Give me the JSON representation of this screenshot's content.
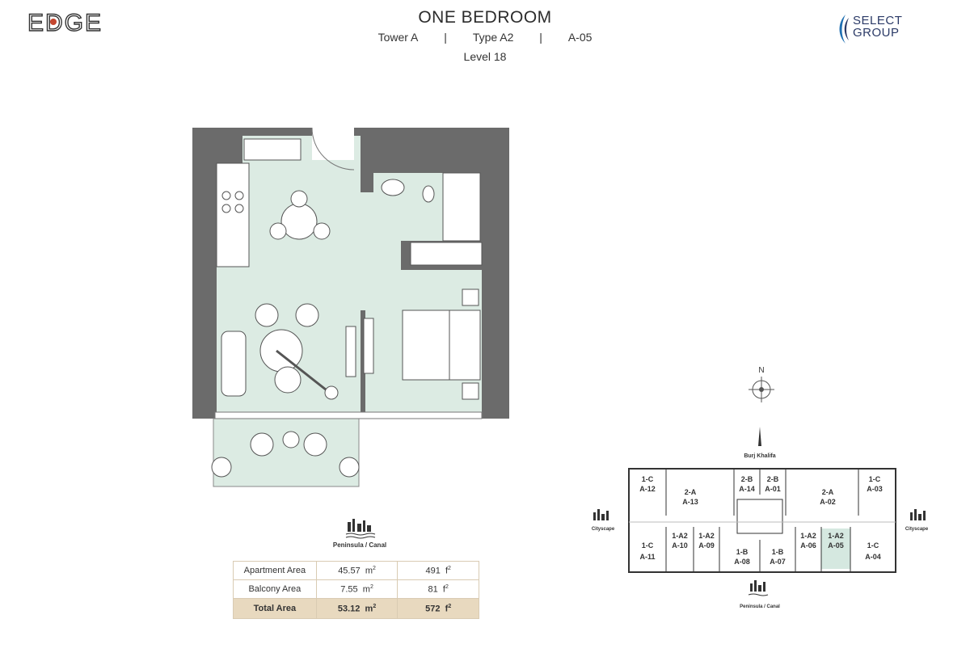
{
  "header": {
    "brand_logo_text": "EDGE",
    "title": "ONE BEDROOM",
    "tower": "Tower A",
    "separator": "|",
    "type": "Type A2",
    "unit": "A-05",
    "level": "Level 18",
    "developer_line1": "SELECT",
    "developer_line2": "GROUP"
  },
  "orientation": {
    "label": "Peninsula / Canal"
  },
  "area_table": {
    "rows": [
      {
        "label": "Apartment Area",
        "sqm": "45.57",
        "sqm_unit": "m",
        "sqft": "491",
        "sqft_unit": "f"
      },
      {
        "label": "Balcony Area",
        "sqm": "7.55",
        "sqm_unit": "m",
        "sqft": "81",
        "sqft_unit": "f"
      },
      {
        "label": "Total Area",
        "sqm": "53.12",
        "sqm_unit": "m",
        "sqft": "572",
        "sqft_unit": "f"
      }
    ],
    "superscript": "2"
  },
  "keyplan": {
    "north_label": "N",
    "top_label": "Burj Khalifa",
    "bottom_label": "Peninsula / Canal",
    "left_label": "Cityscape",
    "right_label": "Cityscape",
    "units_top": [
      {
        "type": "1-C",
        "unit": "A-12"
      },
      {
        "type": "2-A",
        "unit": "A-13"
      },
      {
        "type": "2-B",
        "unit": "A-14"
      },
      {
        "type": "2-B",
        "unit": "A-01"
      },
      {
        "type": "2-A",
        "unit": "A-02"
      },
      {
        "type": "1-C",
        "unit": "A-03"
      }
    ],
    "units_bottom": [
      {
        "type": "1-C",
        "unit": "A-11"
      },
      {
        "type": "1-A2",
        "unit": "A-10"
      },
      {
        "type": "1-A2",
        "unit": "A-09"
      },
      {
        "type": "1-B",
        "unit": "A-08"
      },
      {
        "type": "1-B",
        "unit": "A-07"
      },
      {
        "type": "1-A2",
        "unit": "A-06"
      },
      {
        "type": "1-A2",
        "unit": "A-05"
      },
      {
        "type": "1-C",
        "unit": "A-04"
      }
    ],
    "highlight_color": "#d5e8e0"
  },
  "colors": {
    "wall": "#666666",
    "floor": "#dcebe3",
    "table_border": "#d9cbb3",
    "table_total": "#e8d9bf",
    "logo_blue": "#2b3a67"
  }
}
